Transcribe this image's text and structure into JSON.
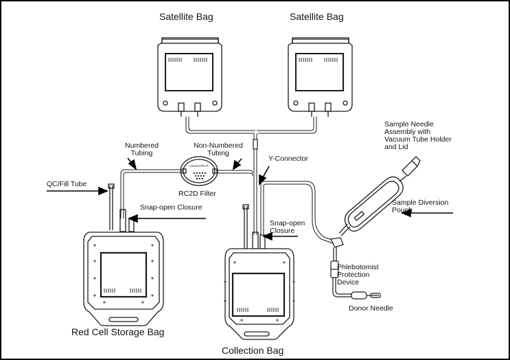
{
  "labels": {
    "satellite_left": "Satellite Bag",
    "satellite_right": "Satellite Bag",
    "numbered_tubing": "Numbered\nTubing",
    "non_numbered_tubing": "Non-Numbered\nTubing",
    "y_connector": "Y-Connector",
    "qc_fill_tube": "QC/Fill Tube",
    "rc2d_filter": "RC2D Filter",
    "filter_brand": "LEUKOTRAP",
    "snap_open_closure_left": "Snap-open Closure",
    "snap_open_closure_right": "Snap-open\nClosure",
    "sample_needle": "Sample Needle\nAssembly with\nVacuum Tube Holder\nand Lid",
    "sample_diversion_pouch": "Sample Diversion\nPouch",
    "phlebotomist_device": "Phlebotomist\nProtection\nDevice",
    "donor_needle": "Donor Needle",
    "red_cell_storage_bag": "Red Cell Storage Bag",
    "collection_bag": "Collection Bag"
  },
  "colors": {
    "line": "#1a1a1a",
    "background": "#ffffff"
  }
}
